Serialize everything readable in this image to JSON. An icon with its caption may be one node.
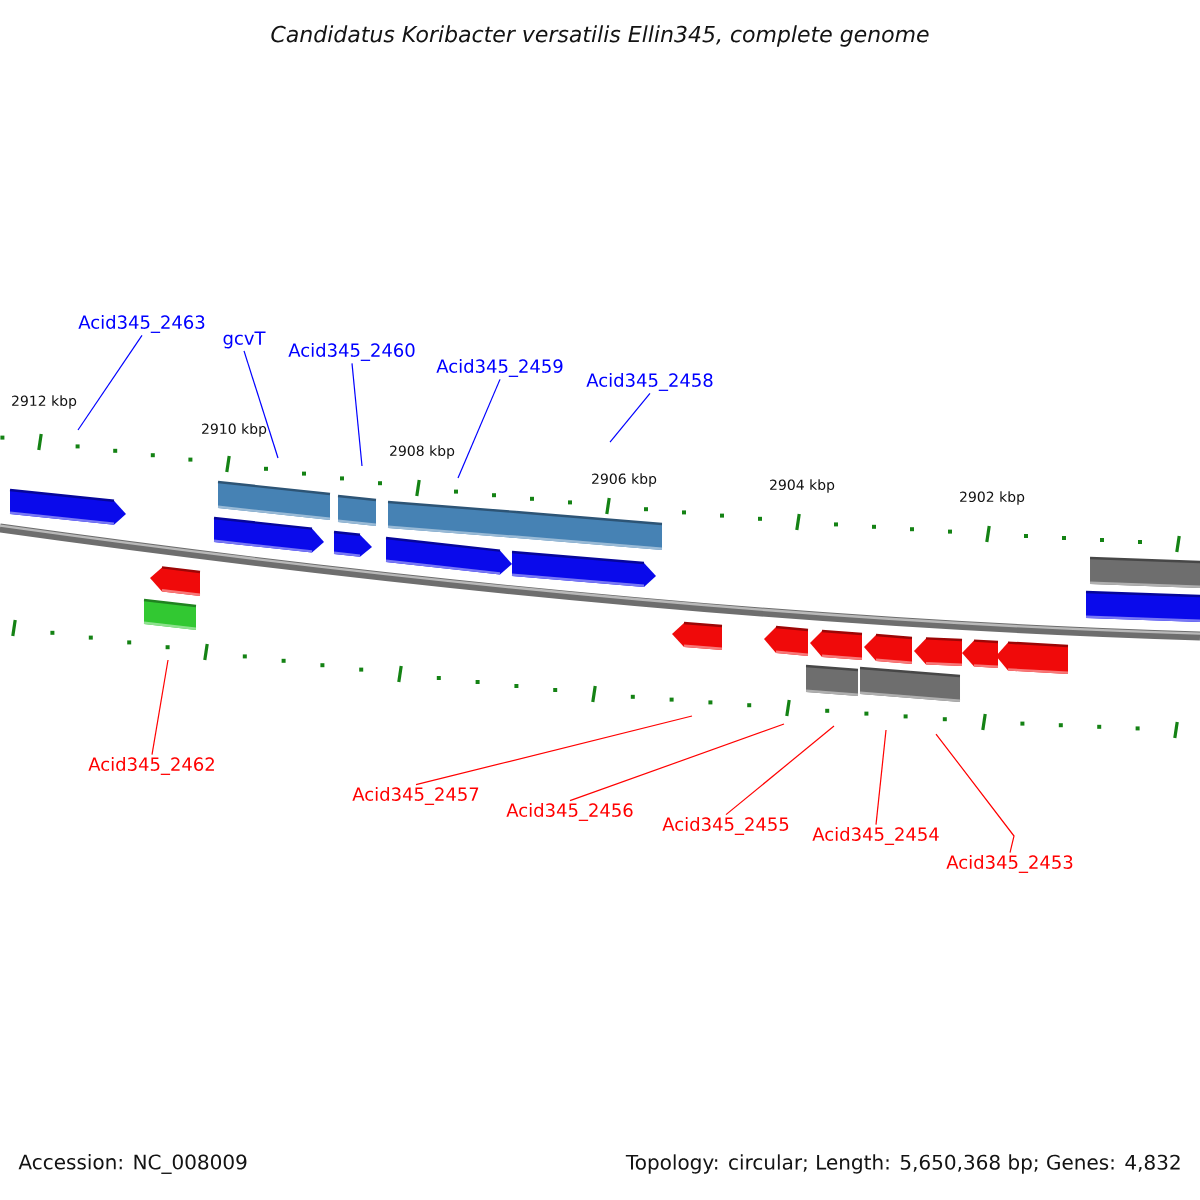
{
  "diagram": {
    "title": "Candidatus Koribacter versatilis Ellin345, complete genome",
    "nodes": [
      {
        "text": [
          "Acid345_2463"
        ]
      },
      {
        "text": [
          "gcvT"
        ]
      },
      {
        "text": [
          "Acid345_2460"
        ]
      },
      {
        "text": [
          "Acid345_2459"
        ]
      },
      {
        "text": [
          "Acid345_2458"
        ]
      },
      {
        "text": [
          "Acid345_2462"
        ]
      },
      {
        "text": [
          "Acid345_2457"
        ]
      },
      {
        "text": [
          "Acid345_2456"
        ]
      },
      {
        "text": [
          "Acid345_2455"
        ]
      },
      {
        "text": [
          "Acid345_2454"
        ]
      },
      {
        "text": [
          "Acid345_2453"
        ]
      }
    ],
    "edges": [
      {
        "from": 0,
        "to": null,
        "arrow": "none",
        "color": "#0000ff"
      },
      {
        "from": 1,
        "to": null,
        "arrow": "none",
        "color": "#0000ff"
      },
      {
        "from": 2,
        "to": null,
        "arrow": "none",
        "color": "#0000ff"
      },
      {
        "from": 3,
        "to": null,
        "arrow": "none",
        "color": "#0000ff"
      },
      {
        "from": 4,
        "to": null,
        "arrow": "none",
        "color": "#0000ff"
      },
      {
        "from": 5,
        "to": null,
        "arrow": "none",
        "color": "#ff0000"
      },
      {
        "from": 6,
        "to": null,
        "arrow": "none",
        "color": "#ff0000"
      },
      {
        "from": 7,
        "to": null,
        "arrow": "none",
        "color": "#ff0000"
      },
      {
        "from": 8,
        "to": null,
        "arrow": "none",
        "color": "#ff0000"
      },
      {
        "from": 9,
        "to": null,
        "arrow": "none",
        "color": "#ff0000"
      },
      {
        "from": 10,
        "to": null,
        "arrow": "none",
        "color": "#ff0000"
      }
    ],
    "labels": [
      "2912 kbp",
      "2910 kbp",
      "2908 kbp",
      "2906 kbp",
      "2904 kbp",
      "2902 kbp",
      "Accession: NC_008009",
      "Topology: circular; Length: 5,650,368 bp; Genes: 4,832"
    ]
  }
}
